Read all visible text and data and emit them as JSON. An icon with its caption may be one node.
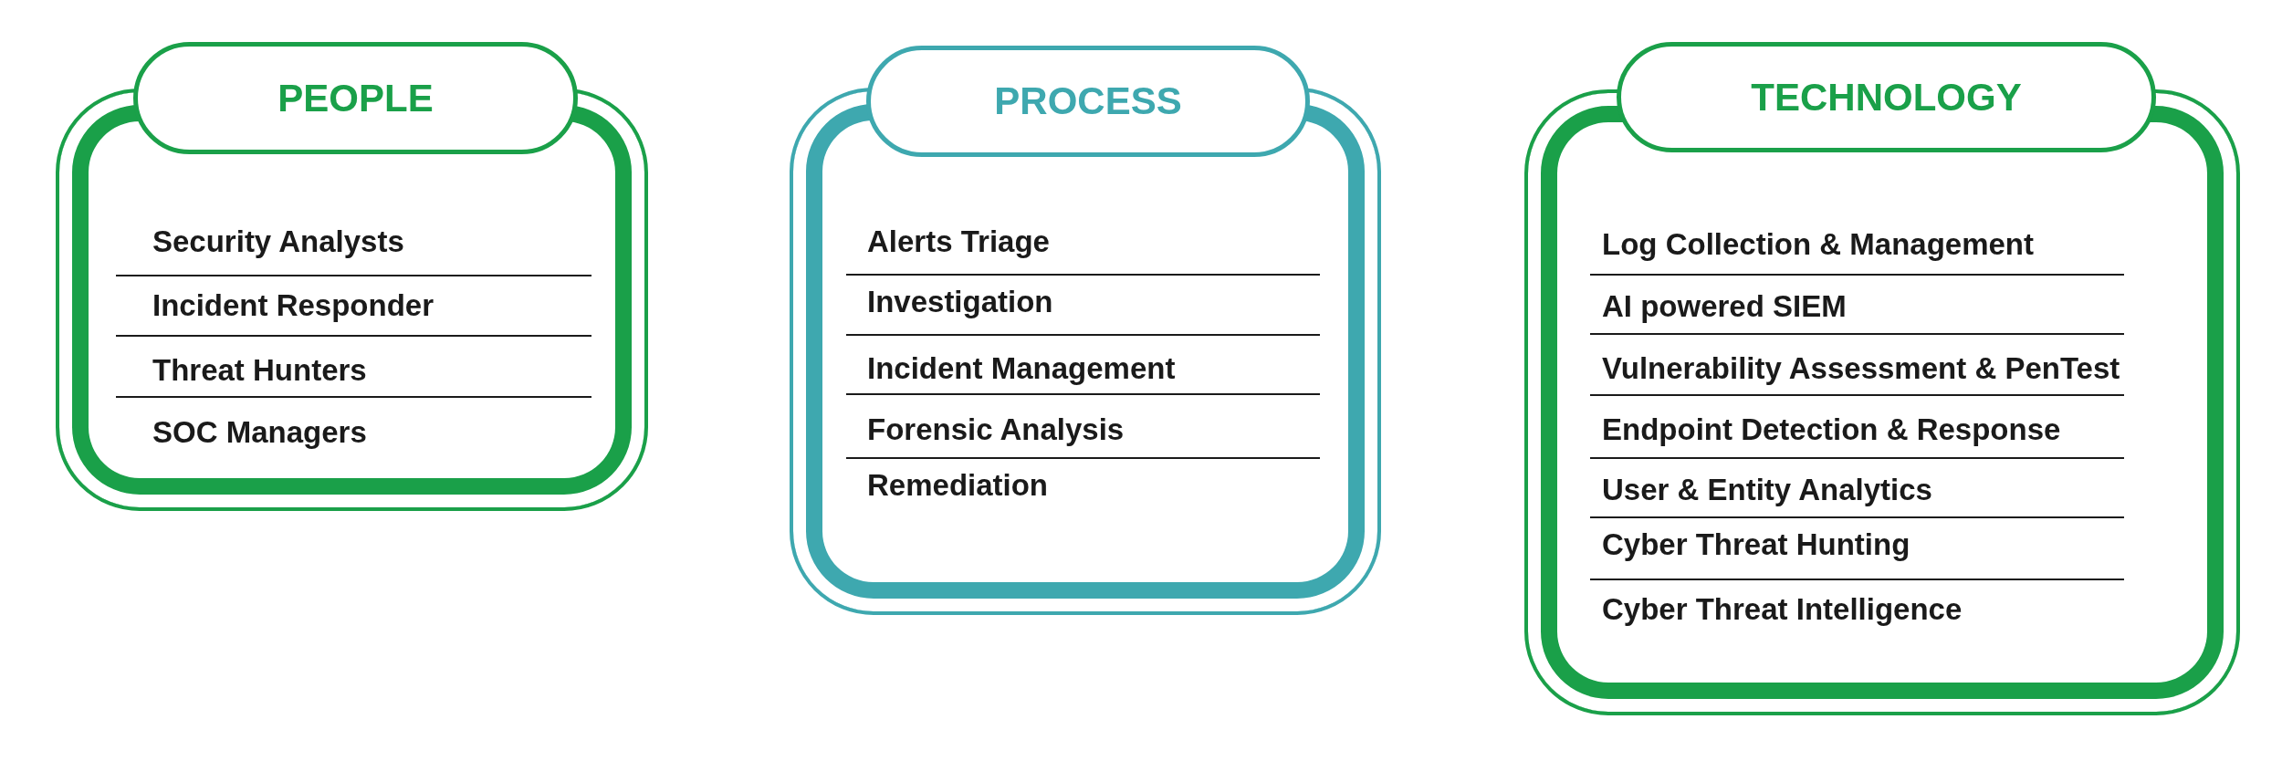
{
  "diagram": {
    "nodes": [
      {
        "text": [
          "PEOPLE"
        ]
      },
      {
        "text": [
          "Security Analysts",
          "Incident Responder",
          "Threat Hunters",
          "SOC Managers"
        ]
      },
      {
        "text": [
          "PROCESS"
        ]
      },
      {
        "text": [
          "Alerts Triage",
          "Investigation",
          "Incident Management",
          "Forensic Analysis",
          "Remediation"
        ]
      },
      {
        "text": [
          "TECHNOLOGY"
        ]
      },
      {
        "text": [
          "Log Collection & Management",
          "AI powered SIEM",
          "Vulnerability Assessment & PenTest",
          "Endpoint Detection & Response",
          "User & Entity Analytics",
          "Cyber Threat Hunting",
          "Cyber Threat Intelligence"
        ]
      }
    ]
  }
}
